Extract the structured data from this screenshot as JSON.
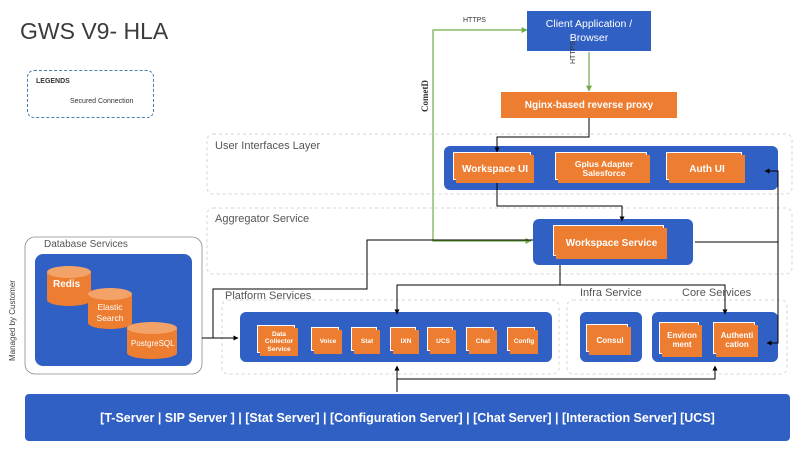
{
  "diagram": {
    "title": "GWS V9- HLA",
    "legend": {
      "heading": "LEGENDS",
      "secured_label": "Secured Connection",
      "secured_color": "#70ad47"
    },
    "client": "Client Application / Browser",
    "nginx": "Nginx-based reverse proxy",
    "https_top": "HTTPS",
    "https_side": "HTTPS",
    "cometd": "CometD",
    "layers": {
      "user_interfaces": "User Interfaces Layer",
      "aggregator": "Aggregator Service",
      "platform": "Platform Services",
      "infra": "Infra Service",
      "core": "Core Services",
      "database": "Database Services",
      "managed": "Managed by Customer"
    },
    "ui": {
      "workspace": "Workspace UI",
      "gplus": "Gplus Adapter Salesforce",
      "auth": "Auth UI"
    },
    "workspace_service": "Workspace Service",
    "platform_items": [
      "Data Collector Service",
      "Voice",
      "Stat",
      "IXN",
      "UCS",
      "Chat",
      "Config"
    ],
    "infra_items": [
      "Consul"
    ],
    "core_items": [
      "Environ ment",
      "Authenti cation"
    ],
    "db_items": [
      "Redis",
      "Elastic Search",
      "PostgreSQL"
    ],
    "bottom_bar": "[T-Server | SIP Server ] | [Stat Server] | [Configuration Server] | [Chat Server] | [Interaction Server] [UCS]",
    "colors": {
      "orange": "#ed7d31",
      "blue": "#3060c4",
      "green": "#70ad47",
      "dark_blue": "#2f5597"
    }
  }
}
